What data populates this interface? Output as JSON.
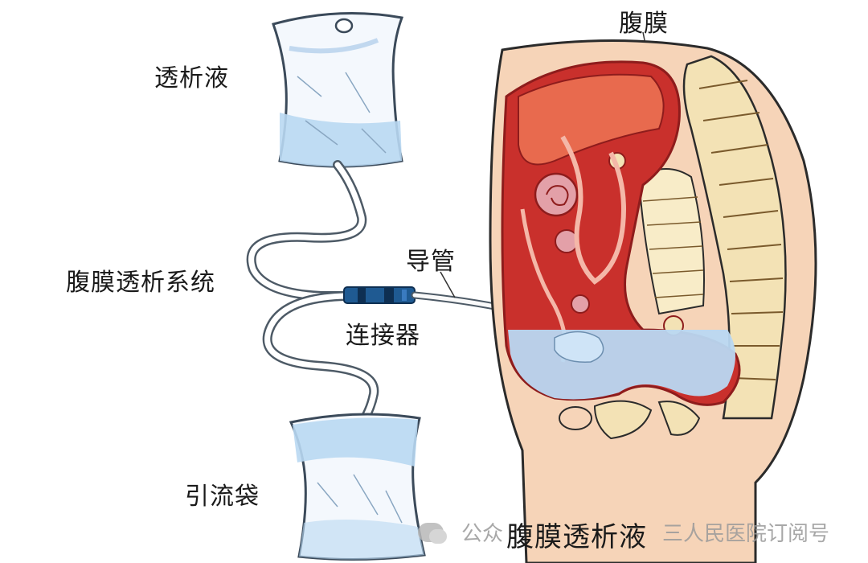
{
  "labels": {
    "dialysate": "透析液",
    "peritoneum": "腹膜",
    "dialysis_system": "腹膜透析系统",
    "catheter": "导管",
    "connector": "连接器",
    "drain_bag": "引流袋",
    "peritoneal_fluid": "腹膜透析液"
  },
  "watermark": {
    "left_text": "公众",
    "right_text": "三人民医院订阅号"
  },
  "colors": {
    "organ_red": "#c9302c",
    "organ_dark": "#8e1c1c",
    "fluid_blue": "#b9d8f2",
    "skin": "#f6d4b8",
    "spine": "#f3e2b5",
    "bag_outline": "#3b4a5a",
    "connector": "#1f5a92"
  }
}
